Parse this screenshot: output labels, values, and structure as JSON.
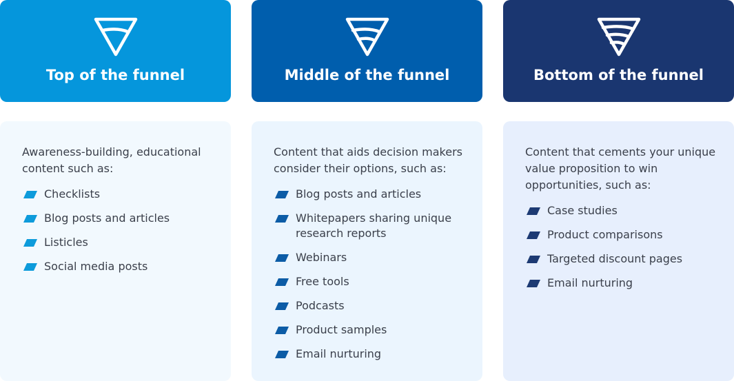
{
  "columns": [
    {
      "title": "Top of the funnel",
      "header_color": "#0596DC",
      "body_color": "#F2F9FE",
      "bullet_color": "#0D9BDB",
      "icon": "funnel-icon",
      "intro": "Awareness-building, educational content such as:",
      "items": [
        "Checklists",
        "Blog posts and articles",
        "Listicles",
        "Social media posts"
      ]
    },
    {
      "title": "Middle of the funnel",
      "header_color": "#005EAD",
      "body_color": "#EBF5FE",
      "bullet_color": "#0C5CA6",
      "icon": "funnel-icon",
      "intro": "Content that aids decision makers consider their options, such as:",
      "items": [
        "Blog posts and articles",
        "Whitepapers sharing unique research reports",
        "Webinars",
        "Free tools",
        "Podcasts",
        "Product samples",
        "Email nurturing"
      ]
    },
    {
      "title": "Bottom of the funnel",
      "header_color": "#1A3670",
      "body_color": "#E7EFFD",
      "bullet_color": "#1D3A73",
      "icon": "funnel-icon",
      "intro": "Content that cements your unique value proposition to win opportunities, such as:",
      "items": [
        "Case studies",
        "Product comparisons",
        "Targeted discount pages",
        "Email nurturing"
      ]
    }
  ]
}
